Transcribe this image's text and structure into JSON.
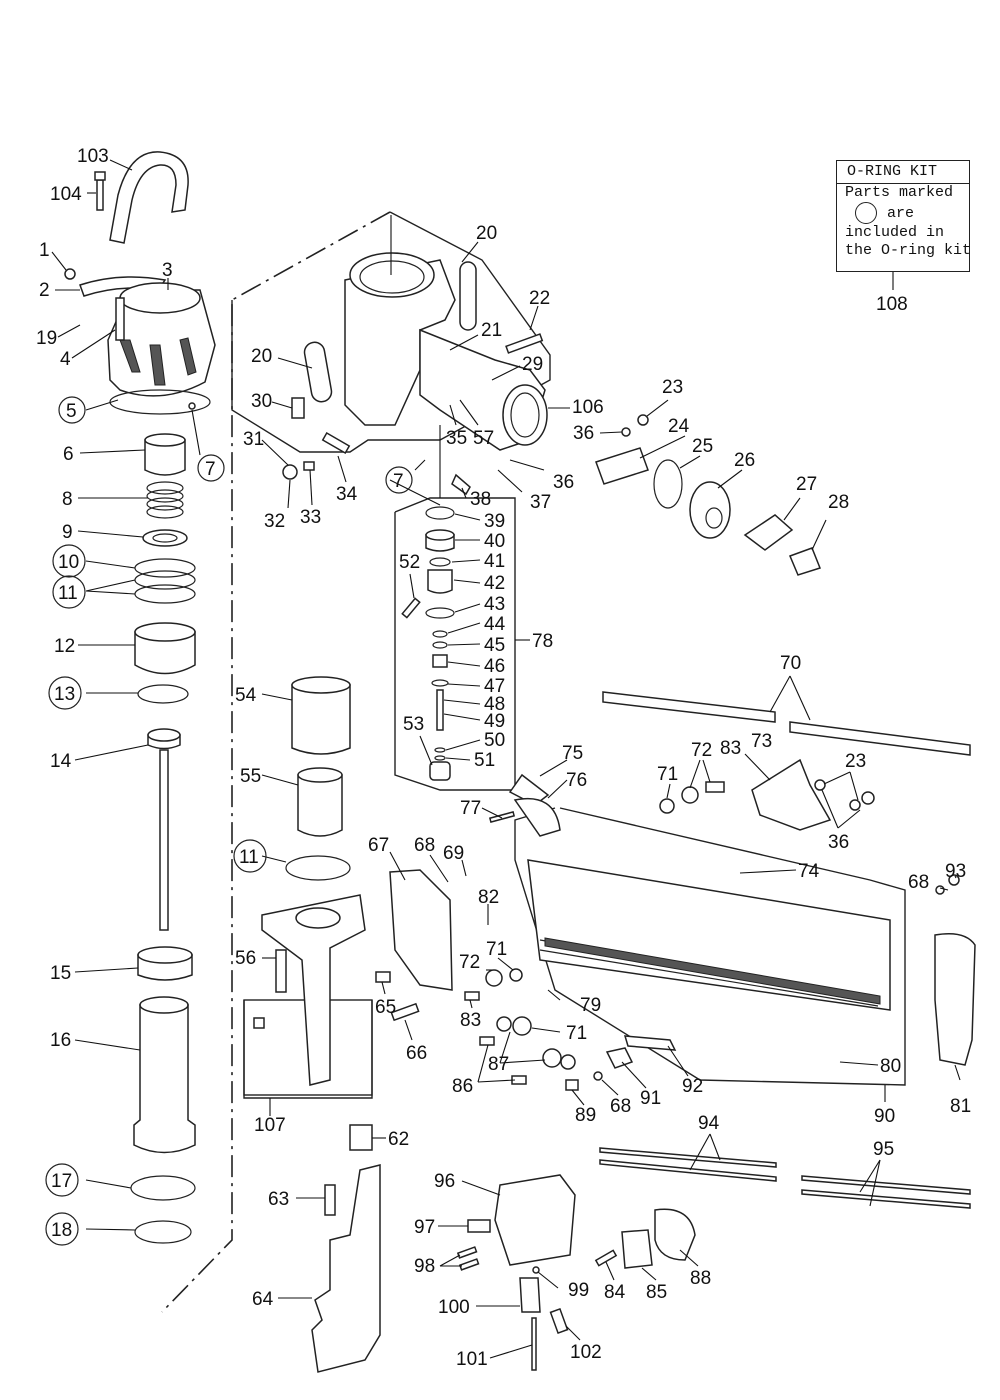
{
  "kit": {
    "title": "O-RING KIT",
    "line1": "Parts marked",
    "line2": "are",
    "line3": "included in",
    "line4": "the O-ring kit",
    "part_number": "108"
  },
  "callouts": [
    {
      "n": "103",
      "circled": false
    },
    {
      "n": "104",
      "circled": false
    },
    {
      "n": "1",
      "circled": false
    },
    {
      "n": "2",
      "circled": false
    },
    {
      "n": "3",
      "circled": false
    },
    {
      "n": "19",
      "circled": false
    },
    {
      "n": "4",
      "circled": false
    },
    {
      "n": "5",
      "circled": true
    },
    {
      "n": "7",
      "circled": true
    },
    {
      "n": "6",
      "circled": false
    },
    {
      "n": "8",
      "circled": false
    },
    {
      "n": "9",
      "circled": false
    },
    {
      "n": "10",
      "circled": true
    },
    {
      "n": "11",
      "circled": true
    },
    {
      "n": "12",
      "circled": false
    },
    {
      "n": "13",
      "circled": true
    },
    {
      "n": "14",
      "circled": false
    },
    {
      "n": "15",
      "circled": false
    },
    {
      "n": "16",
      "circled": false
    },
    {
      "n": "17",
      "circled": true
    },
    {
      "n": "18",
      "circled": true
    },
    {
      "n": "20",
      "circled": false
    },
    {
      "n": "20",
      "circled": false
    },
    {
      "n": "21",
      "circled": false
    },
    {
      "n": "22",
      "circled": false
    },
    {
      "n": "29",
      "circled": false
    },
    {
      "n": "30",
      "circled": false
    },
    {
      "n": "106",
      "circled": false
    },
    {
      "n": "31",
      "circled": false
    },
    {
      "n": "35",
      "circled": false
    },
    {
      "n": "57",
      "circled": false
    },
    {
      "n": "36",
      "circled": false
    },
    {
      "n": "23",
      "circled": false
    },
    {
      "n": "24",
      "circled": false
    },
    {
      "n": "25",
      "circled": false
    },
    {
      "n": "26",
      "circled": false
    },
    {
      "n": "7",
      "circled": true
    },
    {
      "n": "36",
      "circled": false
    },
    {
      "n": "32",
      "circled": false
    },
    {
      "n": "33",
      "circled": false
    },
    {
      "n": "34",
      "circled": false
    },
    {
      "n": "38",
      "circled": false
    },
    {
      "n": "37",
      "circled": false
    },
    {
      "n": "27",
      "circled": false
    },
    {
      "n": "28",
      "circled": false
    },
    {
      "n": "39",
      "circled": false
    },
    {
      "n": "40",
      "circled": false
    },
    {
      "n": "41",
      "circled": false
    },
    {
      "n": "52",
      "circled": false
    },
    {
      "n": "42",
      "circled": false
    },
    {
      "n": "43",
      "circled": false
    },
    {
      "n": "44",
      "circled": false
    },
    {
      "n": "45",
      "circled": false
    },
    {
      "n": "46",
      "circled": false
    },
    {
      "n": "47",
      "circled": false
    },
    {
      "n": "48",
      "circled": false
    },
    {
      "n": "49",
      "circled": false
    },
    {
      "n": "50",
      "circled": false
    },
    {
      "n": "51",
      "circled": false
    },
    {
      "n": "53",
      "circled": false
    },
    {
      "n": "78",
      "circled": false
    },
    {
      "n": "54",
      "circled": false
    },
    {
      "n": "55",
      "circled": false
    },
    {
      "n": "70",
      "circled": false
    },
    {
      "n": "72",
      "circled": false
    },
    {
      "n": "83",
      "circled": false
    },
    {
      "n": "73",
      "circled": false
    },
    {
      "n": "71",
      "circled": false
    },
    {
      "n": "23",
      "circled": false
    },
    {
      "n": "36",
      "circled": false
    },
    {
      "n": "75",
      "circled": false
    },
    {
      "n": "76",
      "circled": false
    },
    {
      "n": "77",
      "circled": false
    },
    {
      "n": "11",
      "circled": true
    },
    {
      "n": "67",
      "circled": false
    },
    {
      "n": "68",
      "circled": false
    },
    {
      "n": "69",
      "circled": false
    },
    {
      "n": "74",
      "circled": false
    },
    {
      "n": "82",
      "circled": false
    },
    {
      "n": "68",
      "circled": false
    },
    {
      "n": "93",
      "circled": false
    },
    {
      "n": "56",
      "circled": false
    },
    {
      "n": "71",
      "circled": false
    },
    {
      "n": "72",
      "circled": false
    },
    {
      "n": "65",
      "circled": false
    },
    {
      "n": "83",
      "circled": false
    },
    {
      "n": "79",
      "circled": false
    },
    {
      "n": "66",
      "circled": false
    },
    {
      "n": "71",
      "circled": false
    },
    {
      "n": "87",
      "circled": false
    },
    {
      "n": "80",
      "circled": false
    },
    {
      "n": "86",
      "circled": false
    },
    {
      "n": "92",
      "circled": false
    },
    {
      "n": "91",
      "circled": false
    },
    {
      "n": "68",
      "circled": false
    },
    {
      "n": "89",
      "circled": false
    },
    {
      "n": "90",
      "circled": false
    },
    {
      "n": "81",
      "circled": false
    },
    {
      "n": "107",
      "circled": false
    },
    {
      "n": "62",
      "circled": false
    },
    {
      "n": "94",
      "circled": false
    },
    {
      "n": "95",
      "circled": false
    },
    {
      "n": "96",
      "circled": false
    },
    {
      "n": "63",
      "circled": false
    },
    {
      "n": "97",
      "circled": false
    },
    {
      "n": "98",
      "circled": false
    },
    {
      "n": "99",
      "circled": false
    },
    {
      "n": "84",
      "circled": false
    },
    {
      "n": "85",
      "circled": false
    },
    {
      "n": "88",
      "circled": false
    },
    {
      "n": "64",
      "circled": false
    },
    {
      "n": "100",
      "circled": false
    },
    {
      "n": "101",
      "circled": false
    },
    {
      "n": "102",
      "circled": false
    }
  ]
}
